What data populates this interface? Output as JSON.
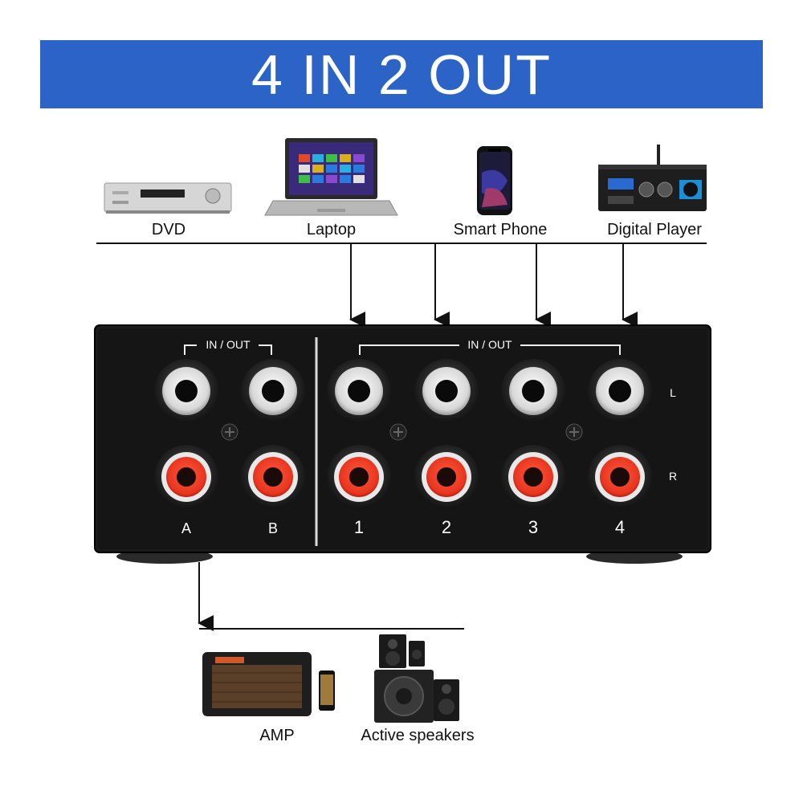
{
  "title": "4 IN 2 OUT",
  "sources": [
    {
      "label": "DVD",
      "icon": "dvd-player-icon"
    },
    {
      "label": "Laptop",
      "icon": "laptop-icon"
    },
    {
      "label": "Smart Phone",
      "icon": "smartphone-icon"
    },
    {
      "label": "Digital Player",
      "icon": "digital-player-icon"
    }
  ],
  "panel": {
    "output_group_label": "IN / OUT",
    "input_group_label": "IN / OUT",
    "output_ports": [
      "A",
      "B"
    ],
    "input_ports": [
      "1",
      "2",
      "3",
      "4"
    ],
    "channel_left": "L",
    "channel_right": "R"
  },
  "outputs": [
    {
      "label": "AMP",
      "icon": "amplifier-icon"
    },
    {
      "label": "Active speakers",
      "icon": "speakers-icon"
    }
  ],
  "colors": {
    "banner": "#2b63c7",
    "panel": "#1a1a1a",
    "left_jack": "#ffffff",
    "right_jack": "#e8351f"
  }
}
